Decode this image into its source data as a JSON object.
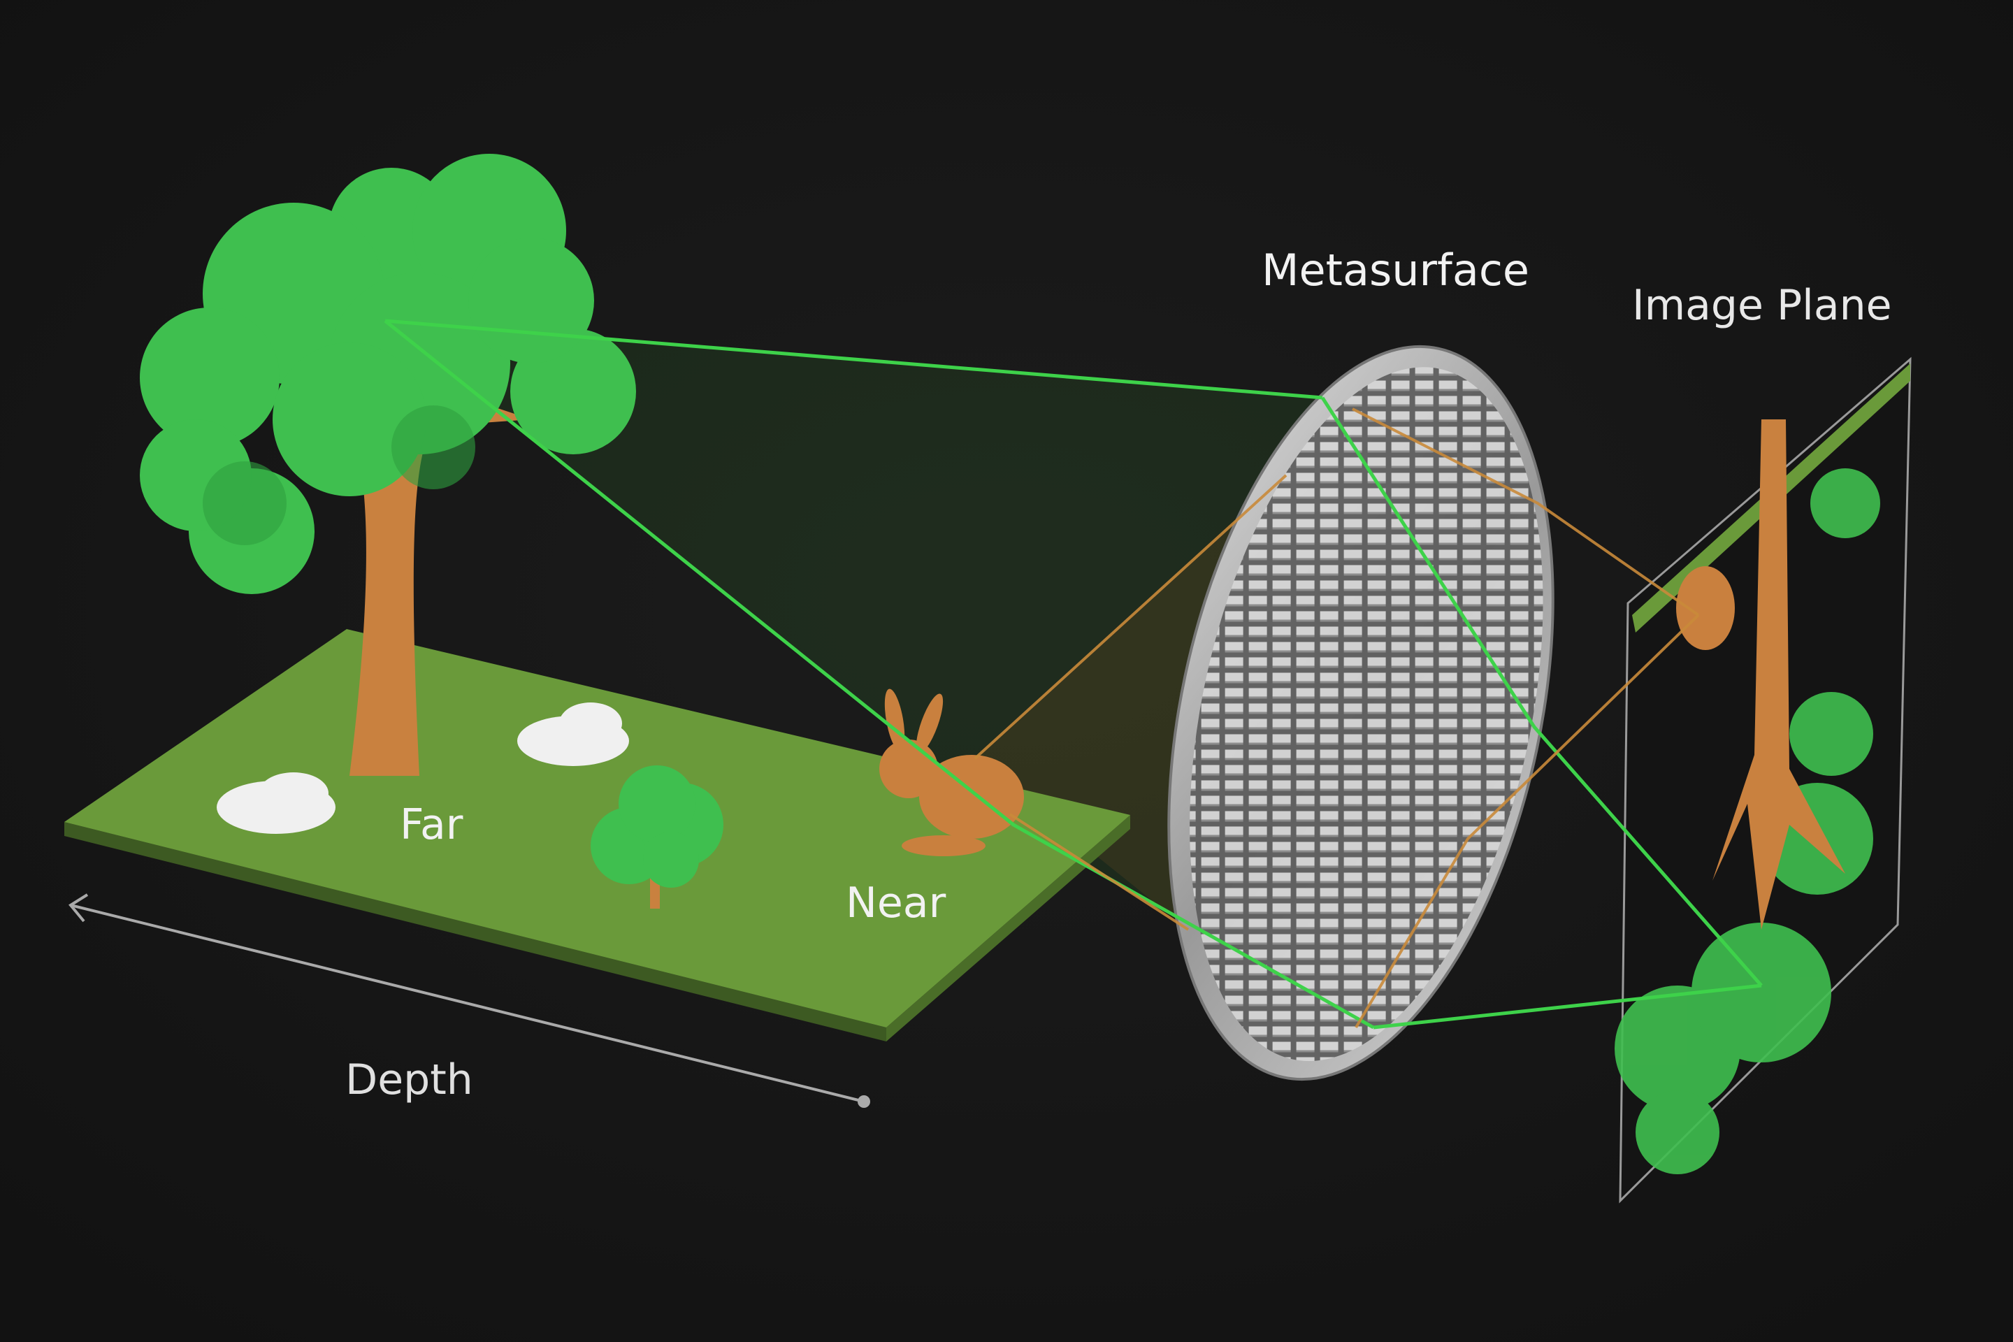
{
  "labels": {
    "metasurface": "Metasurface",
    "image_plane": "Image Plane",
    "far": "Far",
    "near": "Near",
    "depth": "Depth"
  },
  "colors": {
    "background": "#161616",
    "ground": "#6a9a3a",
    "foliage": "#3fbf4f",
    "trunk": "#c9813f",
    "bunny": "#c9803e",
    "ray_green": "#3ed24a",
    "ray_orange": "#c98a3a",
    "metasurface": "#b8b8b8"
  }
}
